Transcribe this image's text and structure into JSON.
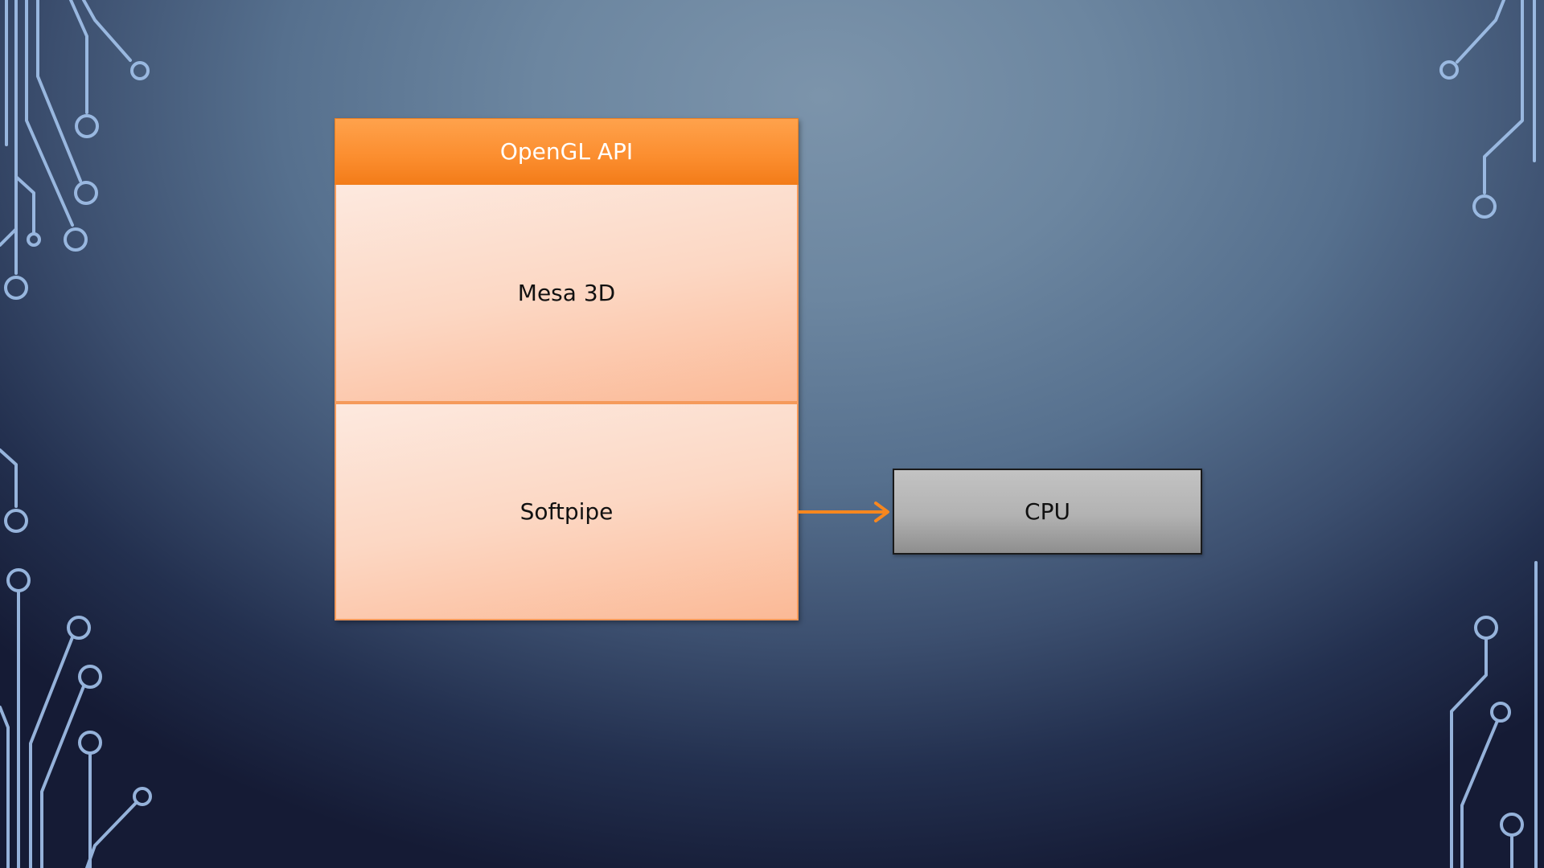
{
  "diagram": {
    "layers": {
      "api": "OpenGL API",
      "mesa": "Mesa 3D",
      "softpipe": "Softpipe"
    },
    "cpu": "CPU",
    "connector": {
      "from": "Softpipe",
      "to": "CPU"
    }
  },
  "colors": {
    "api_layer": "#f98a29",
    "inner_layers": "#fcd7c3",
    "cpu_box": "#b2b2b2",
    "arrow": "#f7871f",
    "circuit_lines": "#9fbde4"
  }
}
